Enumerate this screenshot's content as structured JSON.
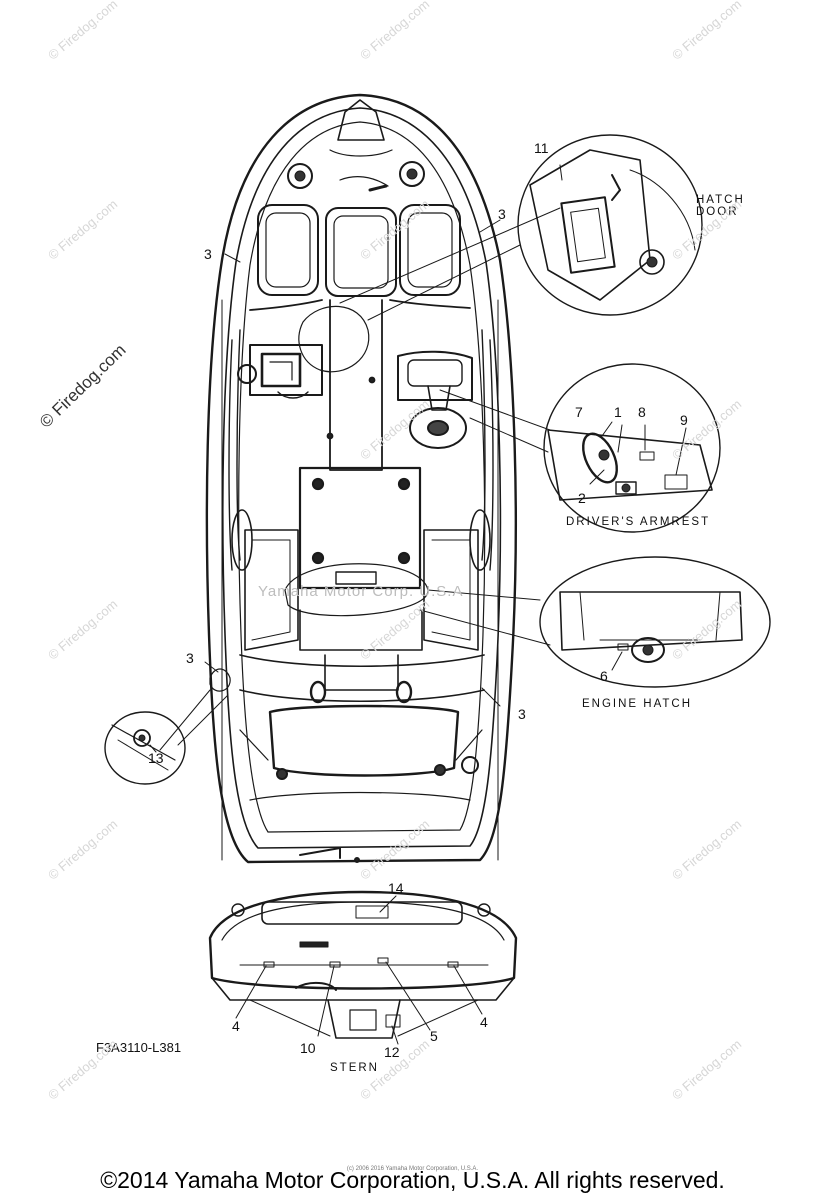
{
  "callouts": {
    "n1": "1",
    "n2": "2",
    "n3a": "3",
    "n3b": "3",
    "n3c": "3",
    "n3d": "3",
    "n4a": "4",
    "n4b": "4",
    "n5": "5",
    "n6": "6",
    "n7": "7",
    "n8": "8",
    "n9": "9",
    "n10": "10",
    "n11": "11",
    "n12": "12",
    "n13": "13",
    "n14": "14"
  },
  "captions": {
    "hatch_door_1": "HATCH",
    "hatch_door_2": "DOOR",
    "drivers_armrest": "DRIVER'S ARMREST",
    "engine_hatch": "ENGINE HATCH",
    "stern": "STERN"
  },
  "part_code": "F3A3110-L381",
  "watermark": "© Firedog.com",
  "ghost_text": "Yamaha Motor Corp. U.S.A",
  "fine_print": "(c) 2006 2016 Yamaha Motor Corporation, U.S.A.",
  "footer": "©2014 Yamaha Motor Corporation, U.S.A. All rights reserved."
}
